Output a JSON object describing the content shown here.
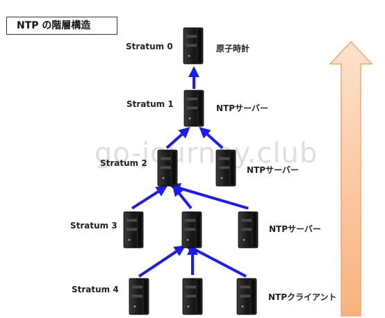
{
  "title": "NTP の階層構造",
  "watermark": "go-journey.club",
  "strata": [
    {
      "label": "Stratum 0",
      "node_label": "原子時計"
    },
    {
      "label": "Stratum 1",
      "node_label": "NTPサーバー"
    },
    {
      "label": "Stratum 2",
      "node_label": "NTPサーバー"
    },
    {
      "label": "Stratum 3",
      "node_label": "NTPサーバー"
    },
    {
      "label": "Stratum 4",
      "node_label": "NTPクライアント"
    }
  ],
  "colors": {
    "arrow": "#1a1aff",
    "big_arrow_fill": "#fbbf8f",
    "big_arrow_stroke": "#f4a673",
    "server_body": "#1e1e1e"
  }
}
